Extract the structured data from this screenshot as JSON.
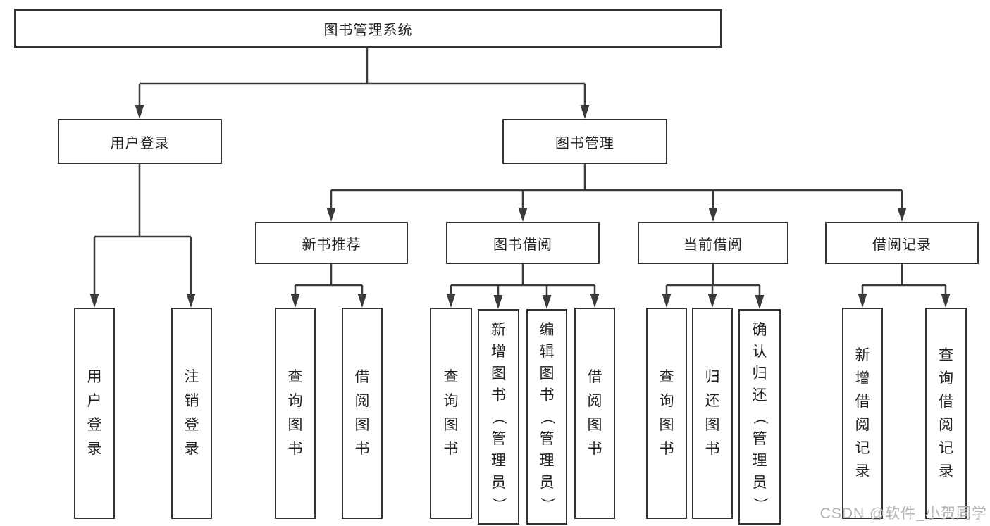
{
  "nodes": {
    "root": "图书管理系统",
    "user_login": "用户登录",
    "book_mgmt": "图书管理",
    "login": "用户登录",
    "logout": "注销登录",
    "new_book_rec": "新书推荐",
    "book_borrow": "图书借阅",
    "current_borrow": "当前借阅",
    "borrow_records": "借阅记录",
    "rec_query_books": "查询图书",
    "rec_borrow_books": "借阅图书",
    "bb_query_books": "查询图书",
    "bb_add_books": "新增图书（管理员）",
    "bb_edit_books": "编辑图书（管理员）",
    "bb_borrow_books": "借阅图书",
    "cb_query_books": "查询图书",
    "cb_return_books": "归还图书",
    "cb_confirm_return": "确认归还（管理员）",
    "br_add_record": "新增借阅记录",
    "br_query_record": "查询借阅记录"
  },
  "watermark": "CSDN @软件_小贺同学",
  "colors": {
    "line": "#3a3a3a",
    "box_border": "#333333",
    "text": "#222222",
    "watermark": "#b3b3b3",
    "background": "#ffffff"
  }
}
